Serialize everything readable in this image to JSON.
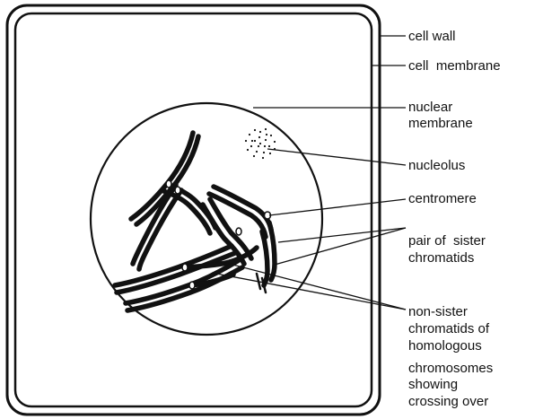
{
  "labels": {
    "cell_wall": "cell wall",
    "cell_membrane": "cell  membrane",
    "nuclear_membrane": [
      "nuclear",
      "membrane"
    ],
    "nucleolus": "nucleolus",
    "centromere": "centromere",
    "sister_chromatids": [
      "pair of  sister",
      "chromatids"
    ],
    "crossing_over": [
      "non-sister",
      "chromatids of",
      "homologous",
      "chromosomes",
      "showing",
      "crossing over"
    ]
  }
}
